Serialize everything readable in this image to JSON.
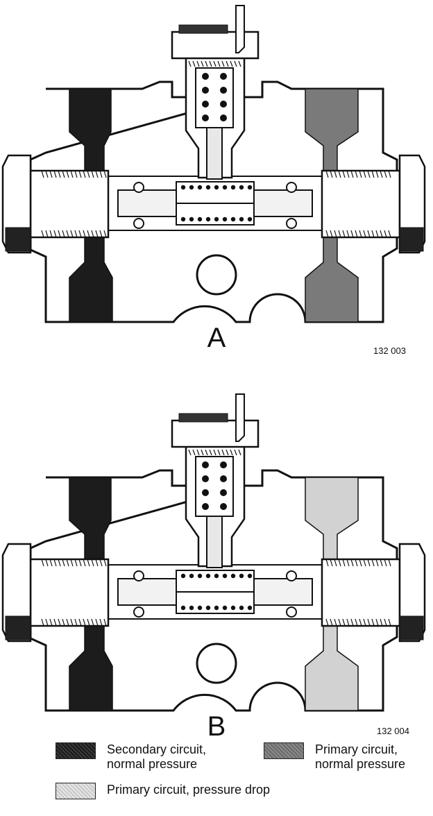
{
  "figures": [
    {
      "label": "A",
      "code": "132 003",
      "left_port": "#1c1c1c",
      "right_port": "#7a7a7a"
    },
    {
      "label": "B",
      "code": "132 004",
      "left_port": "#1c1c1c",
      "right_port": "#d2d2d2"
    }
  ],
  "legend": {
    "secondary_normal": {
      "line1": "Secondary circuit,",
      "line2": "normal pressure",
      "color": "#2a2a2a"
    },
    "primary_normal": {
      "line1": "Primary circuit,",
      "line2": "normal pressure",
      "color": "#7a7a7a"
    },
    "primary_drop": {
      "line1": "Primary circuit, pressure drop",
      "color": "#d6d6d6"
    }
  }
}
